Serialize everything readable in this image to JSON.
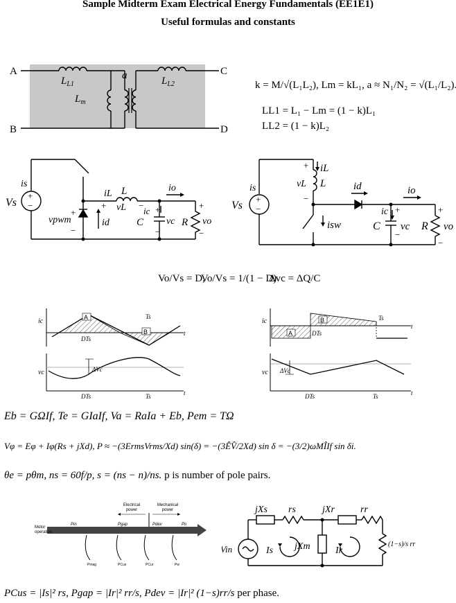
{
  "header": {
    "title": "Sample Midterm Exam Electrical Energy Fundamentals (EE1E1)",
    "subtitle": "Useful formulas and constants"
  },
  "transformer": {
    "A": "A",
    "B": "B",
    "C": "C",
    "D": "D",
    "LL1": "L",
    "LL1_sub": "L1",
    "LL2": "L",
    "LL2_sub": "L2",
    "Lm": "L",
    "Lm_sub": "m",
    "a": "a"
  },
  "transformer_formulas": {
    "line1": "k = M/√(L₁L₂),   Lm = kL₁,   a ≈ N₁/N₂ = √(L₁/L₂).",
    "line2": "LL1 = L₁ − Lm = (1 − k)L₁",
    "line3": "LL2 = (1 − k)L₂"
  },
  "buck": {
    "is": "is",
    "Vs": "Vs",
    "vpwm": "vpwm",
    "id": "id",
    "iL": "iL",
    "L": "L",
    "vL": "vL",
    "ic": "ic",
    "C": "C",
    "vc": "vc",
    "io": "io",
    "R": "R",
    "vo": "vo",
    "plus": "+",
    "minus": "−"
  },
  "boost": {
    "is": "is",
    "Vs": "Vs",
    "iL": "iL",
    "vL": "vL",
    "L": "L",
    "id": "id",
    "io": "io",
    "isw": "isw",
    "ic": "ic",
    "C": "C",
    "vc": "vc",
    "R": "R",
    "vo": "vo"
  },
  "converter_formulas": {
    "buck_gain": "Vo/Vs = D,",
    "boost_gain": "Vo/Vs = 1/(1 − D)",
    "ripple": "Δvc = ΔQ/C"
  },
  "waveforms": {
    "left_top": {
      "ylabel": "ic",
      "A": "A",
      "B": "B",
      "Ts": "Ts",
      "DTs": "DTs",
      "t": "t"
    },
    "left_bottom": {
      "ylabel": "vc",
      "dv": "ΔVc",
      "DTs": "DTs",
      "Ts": "Ts",
      "t": "t"
    },
    "right_top": {
      "ylabel": "ic",
      "A": "A",
      "B": "B",
      "Ts": "Ts",
      "DTs": "DTs",
      "t": "t"
    },
    "right_bottom": {
      "ylabel": "vc",
      "dv": "ΔVc",
      "DTs": "DTs",
      "Ts": "Ts",
      "t": "t"
    }
  },
  "machine_formulas": {
    "dc": "Eb = GΩIf,   Te = GIaIf,   Va = RaIa + Eb,   Pem = TΩ",
    "sync": "Vφ = Eφ + Iφ(Rs + jXd),   P ≈ −(3ErmsVrms/Xd) sin(δ) = −(3ÊV̂/2Xd) sin δ = −(3/2)ωMÎIf sin δi.",
    "pole": "θe = pθm,   ns = 60f/p,   s = (ns − n)/ns.",
    "pole_text": "p is number of pole pairs."
  },
  "power_flow": {
    "electrical": "Electrical\npower",
    "mechanical": "Mechanical\npower",
    "motor": "Motor\noperation",
    "Pin": "Pin",
    "Pgap": "Pgap",
    "Pdev": "Pdev",
    "Po": "Po",
    "Pmag": "Pmag",
    "PCus": "PCus",
    "PCur": "PCur",
    "Pw": "Pw"
  },
  "induction_circuit": {
    "jXs": "jXs",
    "rs": "rs",
    "jXr": "jXr",
    "rr": "rr",
    "Vin": "Vin",
    "Is": "Is",
    "jXm": "jXm",
    "Ir": "Ir",
    "rload": "(1−s)/s rr"
  },
  "loss_formulas": {
    "eq": "PCus = |Is|² rs,   Pgap = |Ir|² rr/s,   Pdev = |Ir|² (1−s)rr/s",
    "suffix": "per phase."
  }
}
